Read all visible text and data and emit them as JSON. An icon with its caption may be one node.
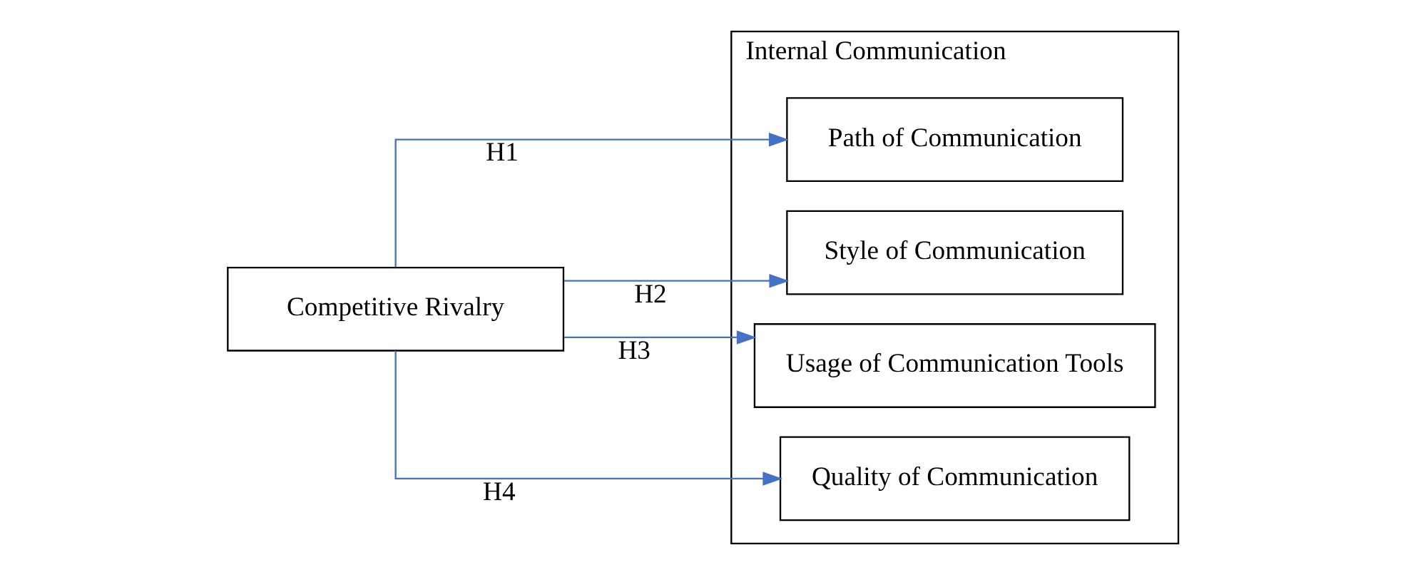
{
  "diagram": {
    "nodes": [
      {
        "text": [
          "Competitive Rivalry"
        ]
      },
      {
        "text": [
          "Internal Communication"
        ]
      },
      {
        "text": [
          "Path of Communication"
        ],
        "in": 1
      },
      {
        "text": [
          "Style of Communication"
        ],
        "in": 1
      },
      {
        "text": [
          "Usage of Communication Tools"
        ],
        "in": 1
      },
      {
        "text": [
          "Quality of Communication"
        ],
        "in": 1
      }
    ],
    "edges": [
      {
        "from": 0,
        "to": 2,
        "arrow": "to",
        "label": "H1"
      },
      {
        "from": 0,
        "to": 3,
        "arrow": "to",
        "label": "H2"
      },
      {
        "from": 0,
        "to": 4,
        "arrow": "to",
        "label": "H3"
      },
      {
        "from": 0,
        "to": 5,
        "arrow": "to",
        "label": "H4"
      }
    ]
  }
}
